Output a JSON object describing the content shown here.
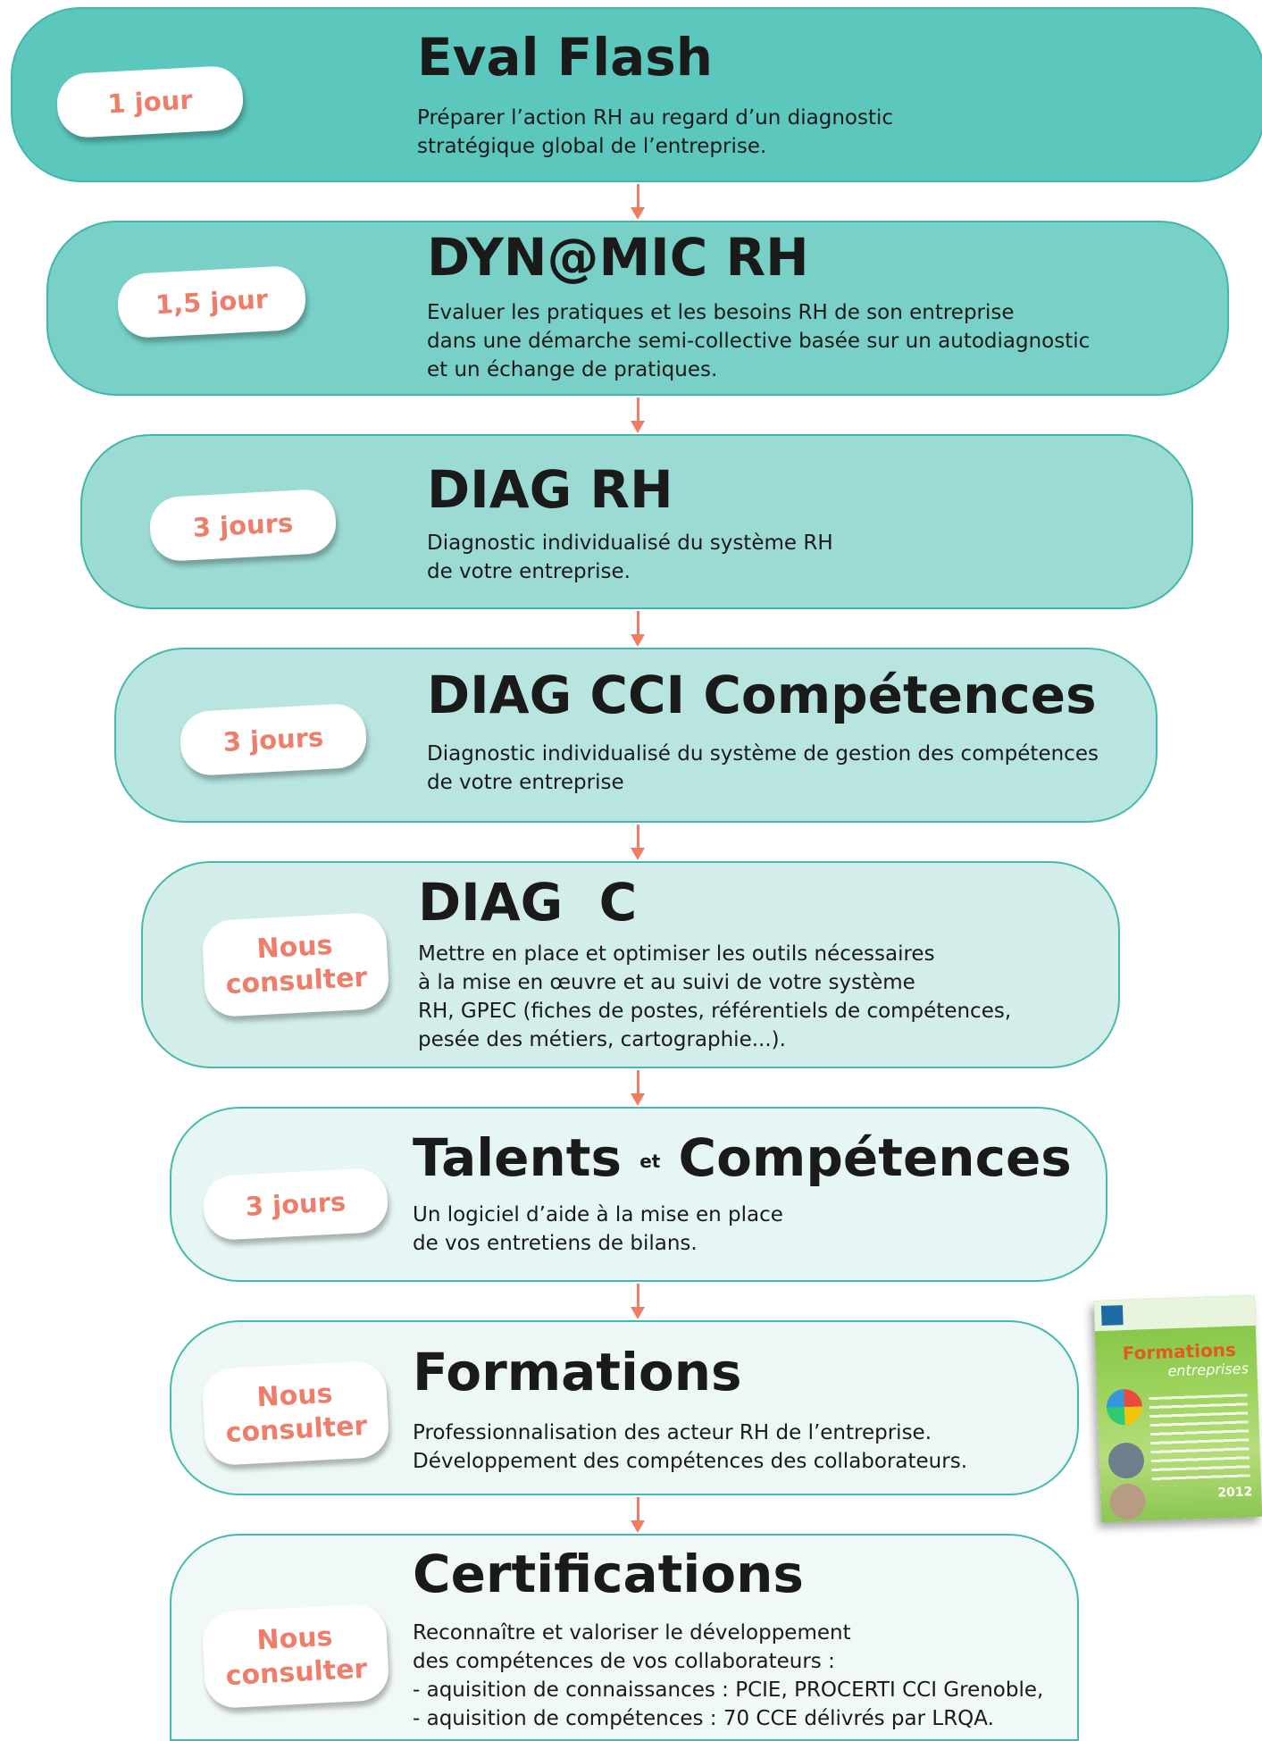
{
  "stages": [
    {
      "duration": "1 jour",
      "title": "Eval Flash",
      "description": "Préparer l’action RH au regard d’un diagnostic\nstratégique global de l’entreprise."
    },
    {
      "duration": "1,5 jour",
      "title": "DYN@MIC RH",
      "description": "Evaluer les pratiques et les besoins RH de son entreprise\ndans une démarche semi-collective basée sur un autodiagnostic\net un échange de pratiques."
    },
    {
      "duration": "3 jours",
      "title": "DIAG RH",
      "description": "Diagnostic individualisé du système RH\nde votre entreprise."
    },
    {
      "duration": "3 jours",
      "title": "DIAG CCI Compétences",
      "description": "Diagnostic individualisé du système de gestion des compétences\nde votre entreprise"
    },
    {
      "duration": "Nous\nconsulter",
      "title": "DIAG  C",
      "description": "Mettre en place et optimiser les outils nécessaires\nà la mise en œuvre et au suivi de votre système\nRH, GPEC (fiches de postes, référentiels de compétences,\npesée des métiers, cartographie...)."
    },
    {
      "duration": "3 jours",
      "title_part1": "Talents",
      "title_small": "et",
      "title_part2": "Compétences",
      "description": "Un logiciel d’aide à la mise en place\nde vos entretiens de bilans."
    },
    {
      "duration": "Nous\nconsulter",
      "title": "Formations",
      "description": "Professionnalisation des acteur RH de l’entreprise.\nDéveloppement des compétences des collaborateurs."
    },
    {
      "duration": "Nous\nconsulter",
      "title": "Certifications",
      "description": "Reconnaître et valoriser le développement\ndes compétences de vos collaborateurs :\n- aquisition de connaissances : PCIE, PROCERTI CCI Grenoble,\n- aquisition de compétences : 70 CCE délivrés par LRQA."
    }
  ],
  "brochure": {
    "title": "Formations",
    "subtitle": "entreprises",
    "year": "2012"
  },
  "colors": {
    "accent": "#ef7d63",
    "border": "#3fb7ab"
  }
}
